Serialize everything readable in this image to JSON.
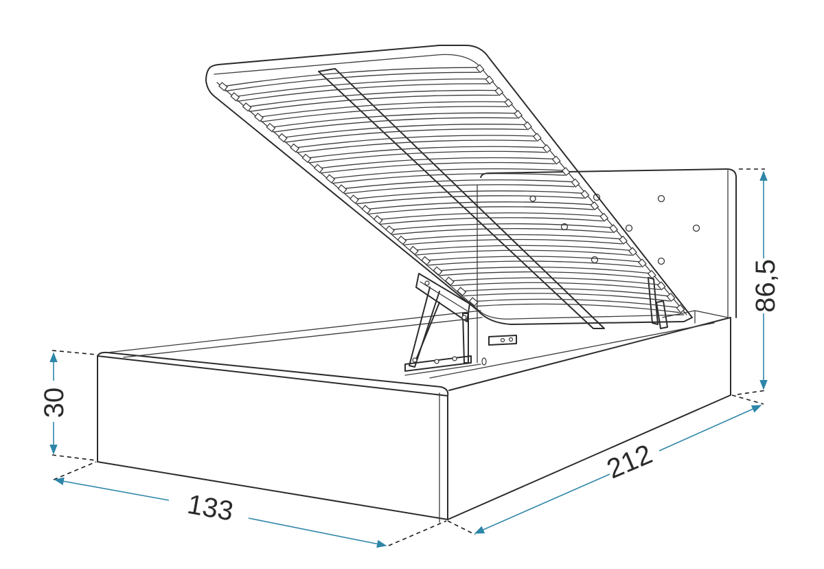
{
  "dimensions": {
    "height_frame": "30",
    "width": "133",
    "length": "212",
    "height_headboard": "86,5"
  },
  "colors": {
    "dimension_line": "#2e86a8",
    "outline": "#2b2b2b"
  }
}
